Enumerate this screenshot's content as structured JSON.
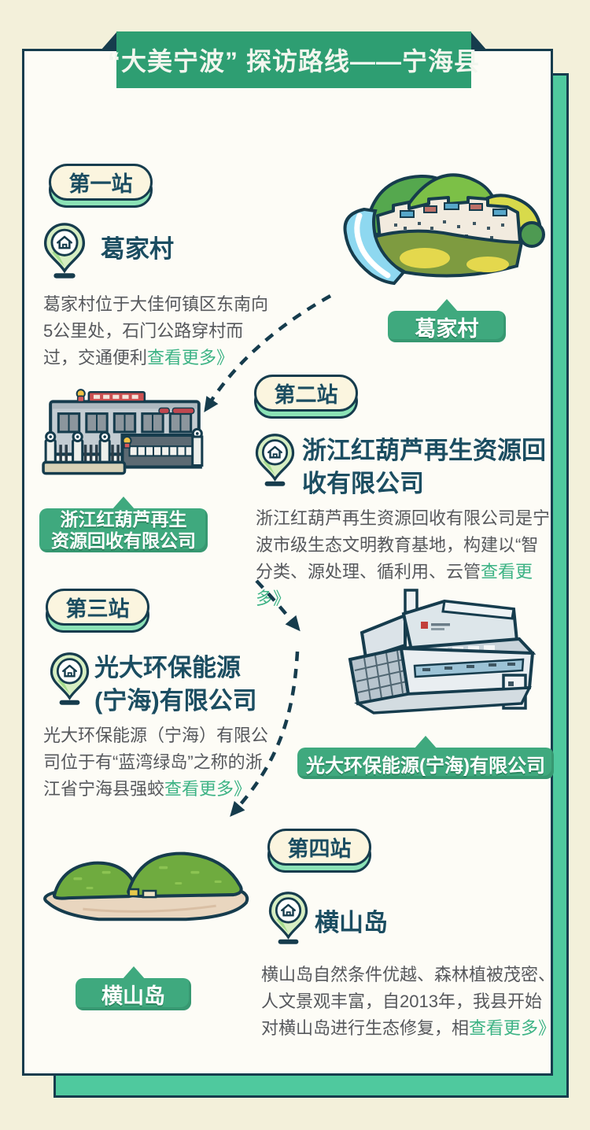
{
  "banner": {
    "title": "“大美宁波” 探访路线——宁海县"
  },
  "stations": [
    {
      "badge": "第一站",
      "name": "葛家村",
      "description": "葛家村位于大佳何镇区东南向5公里处，石门公路穿村而过，交通便利",
      "more_link": "查看更多》",
      "caption": "葛家村",
      "illustration": "village-in-hills"
    },
    {
      "badge": "第二站",
      "name_lines": {
        "0": "浙江红葫芦再生资源回",
        "1": "收有限公司"
      },
      "description": "浙江红葫芦再生资源回收有限公司是宁波市级生态文明教育基地，构建以“智分类、源处理、循利用、云管",
      "more_link": "查看更多》",
      "caption_lines": {
        "0": "浙江红葫芦再生",
        "1": "资源回收有限公司"
      },
      "illustration": "recycling-company-building"
    },
    {
      "badge": "第三站",
      "name_lines": {
        "0": "光大环保能源",
        "1": "(宁海)有限公司"
      },
      "description": "光大环保能源（宁海）有限公司位于有“蓝湾绿岛”之称的浙江省宁海县强蛟",
      "more_link": "查看更多》",
      "caption": "光大环保能源(宁海)有限公司",
      "illustration": "power-plant"
    },
    {
      "badge": "第四站",
      "name": "横山岛",
      "description": "横山岛自然条件优越、森林植被茂密、人文景观丰富，自2013年，我县开始对横山岛进行生态修复，相",
      "more_link": "查看更多》",
      "caption": "横山岛",
      "illustration": "green-island"
    }
  ],
  "icons": {
    "pin": "location-pin-with-house"
  },
  "colors": {
    "background_cream": "#f3f0da",
    "panel_white": "#fdfcf6",
    "panel_green": "#4fc99e",
    "banner_green": "#2e9e72",
    "caption_green": "#3fa97e",
    "outline_navy": "#163c4d",
    "heading_navy": "#1b4d61",
    "body_gray": "#56585c",
    "link_green": "#3db385",
    "pill_cream": "#fbf5df",
    "pill_mint": "#8be2b6"
  }
}
